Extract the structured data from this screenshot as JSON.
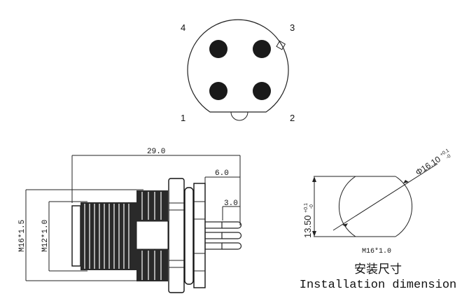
{
  "face_view": {
    "pin_labels": [
      "1",
      "2",
      "3",
      "4"
    ]
  },
  "side_view": {
    "length": "29.0",
    "flange_to_tip": "6.0",
    "pin_length": "3.0",
    "outer_thread": "M16*1.5",
    "inner_thread": "M12*1.0"
  },
  "install_view": {
    "diameter": "Φ16.10",
    "diameter_tol_plus": "+0.1",
    "diameter_tol_minus": "-0",
    "flat_width": "13.50",
    "flat_tol_plus": "+0.1",
    "flat_tol_minus": "-0",
    "thread": "M16*1.0",
    "title_cn": "安装尺寸",
    "title_en": "Installation dimension"
  }
}
